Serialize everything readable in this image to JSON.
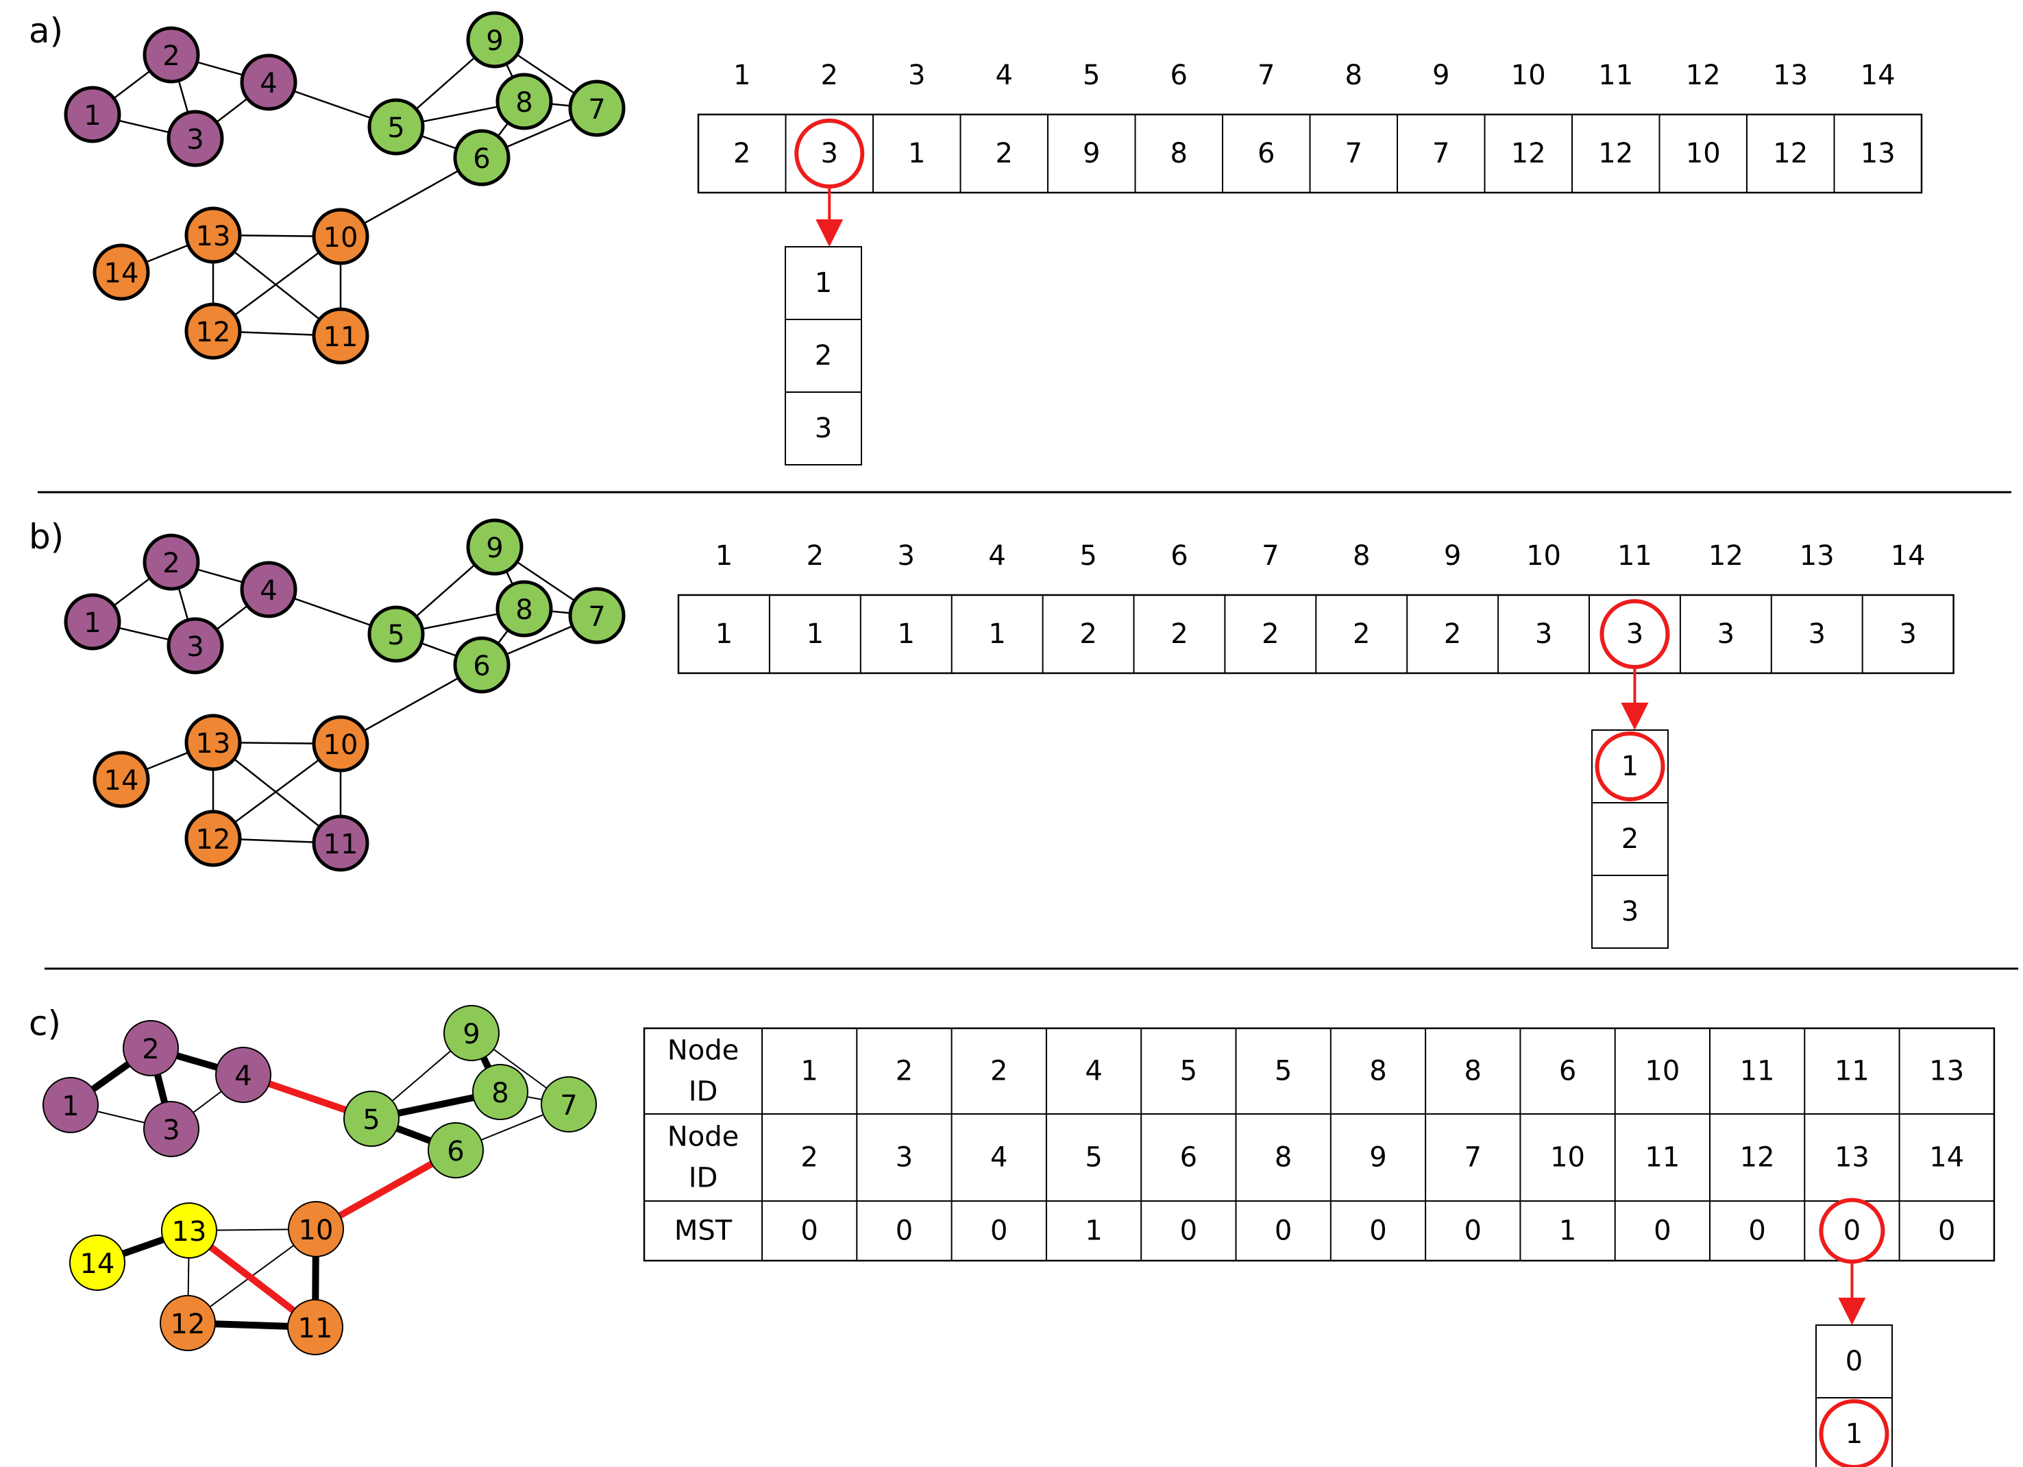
{
  "colors": {
    "purple": "#A25B8E",
    "green": "#8CC957",
    "orange": "#EE8633",
    "yellow": "#FFFF00",
    "red": "#EE1C1C",
    "edge": "#000000"
  },
  "panels": [
    {
      "label": "a)",
      "graph": {
        "nodes": [
          {
            "id": "1",
            "color": "purple"
          },
          {
            "id": "2",
            "color": "purple"
          },
          {
            "id": "3",
            "color": "purple"
          },
          {
            "id": "4",
            "color": "purple"
          },
          {
            "id": "5",
            "color": "green"
          },
          {
            "id": "6",
            "color": "green"
          },
          {
            "id": "7",
            "color": "green"
          },
          {
            "id": "8",
            "color": "green"
          },
          {
            "id": "9",
            "color": "green"
          },
          {
            "id": "10",
            "color": "orange"
          },
          {
            "id": "11",
            "color": "orange"
          },
          {
            "id": "12",
            "color": "orange"
          },
          {
            "id": "13",
            "color": "orange"
          },
          {
            "id": "14",
            "color": "orange"
          }
        ]
      },
      "array": {
        "indices": [
          "1",
          "2",
          "3",
          "4",
          "5",
          "6",
          "7",
          "8",
          "9",
          "10",
          "11",
          "12",
          "13",
          "14"
        ],
        "values": [
          "2",
          "3",
          "1",
          "2",
          "9",
          "8",
          "6",
          "7",
          "7",
          "12",
          "12",
          "10",
          "12",
          "13"
        ],
        "highlight_index": 1
      },
      "stack": {
        "values": [
          "1",
          "2",
          "3"
        ],
        "highlight_index": -1
      }
    },
    {
      "label": "b)",
      "graph": {
        "nodes": [
          {
            "id": "1",
            "color": "purple"
          },
          {
            "id": "2",
            "color": "purple"
          },
          {
            "id": "3",
            "color": "purple"
          },
          {
            "id": "4",
            "color": "purple"
          },
          {
            "id": "5",
            "color": "green"
          },
          {
            "id": "6",
            "color": "green"
          },
          {
            "id": "7",
            "color": "green"
          },
          {
            "id": "8",
            "color": "green"
          },
          {
            "id": "9",
            "color": "green"
          },
          {
            "id": "10",
            "color": "orange"
          },
          {
            "id": "11",
            "color": "purple"
          },
          {
            "id": "12",
            "color": "orange"
          },
          {
            "id": "13",
            "color": "orange"
          },
          {
            "id": "14",
            "color": "orange"
          }
        ]
      },
      "array": {
        "indices": [
          "1",
          "2",
          "3",
          "4",
          "5",
          "6",
          "7",
          "8",
          "9",
          "10",
          "11",
          "12",
          "13",
          "14"
        ],
        "values": [
          "1",
          "1",
          "1",
          "1",
          "2",
          "2",
          "2",
          "2",
          "2",
          "3",
          "3",
          "3",
          "3",
          "3"
        ],
        "highlight_index": 10
      },
      "stack": {
        "values": [
          "1",
          "2",
          "3"
        ],
        "highlight_index": 0
      }
    },
    {
      "label": "c)",
      "graph": {
        "nodes": [
          {
            "id": "1",
            "color": "purple"
          },
          {
            "id": "2",
            "color": "purple"
          },
          {
            "id": "3",
            "color": "purple"
          },
          {
            "id": "4",
            "color": "purple"
          },
          {
            "id": "5",
            "color": "green"
          },
          {
            "id": "6",
            "color": "green"
          },
          {
            "id": "7",
            "color": "green"
          },
          {
            "id": "8",
            "color": "green"
          },
          {
            "id": "9",
            "color": "green"
          },
          {
            "id": "10",
            "color": "orange"
          },
          {
            "id": "11",
            "color": "orange"
          },
          {
            "id": "12",
            "color": "orange"
          },
          {
            "id": "13",
            "color": "yellow"
          },
          {
            "id": "14",
            "color": "yellow"
          }
        ]
      },
      "table": {
        "rows": [
          {
            "header": "Node ID",
            "cells": [
              "1",
              "2",
              "2",
              "4",
              "5",
              "5",
              "8",
              "8",
              "6",
              "10",
              "11",
              "11",
              "13"
            ]
          },
          {
            "header": "Node ID",
            "cells": [
              "2",
              "3",
              "4",
              "5",
              "6",
              "8",
              "9",
              "7",
              "10",
              "11",
              "12",
              "13",
              "14"
            ]
          },
          {
            "header": "MST",
            "cells": [
              "0",
              "0",
              "0",
              "1",
              "0",
              "0",
              "0",
              "0",
              "1",
              "0",
              "0",
              "0",
              "0"
            ]
          }
        ],
        "highlight": {
          "row": 2,
          "col": 11
        }
      },
      "stack": {
        "values": [
          "0",
          "1"
        ],
        "highlight_index": 1
      }
    }
  ]
}
